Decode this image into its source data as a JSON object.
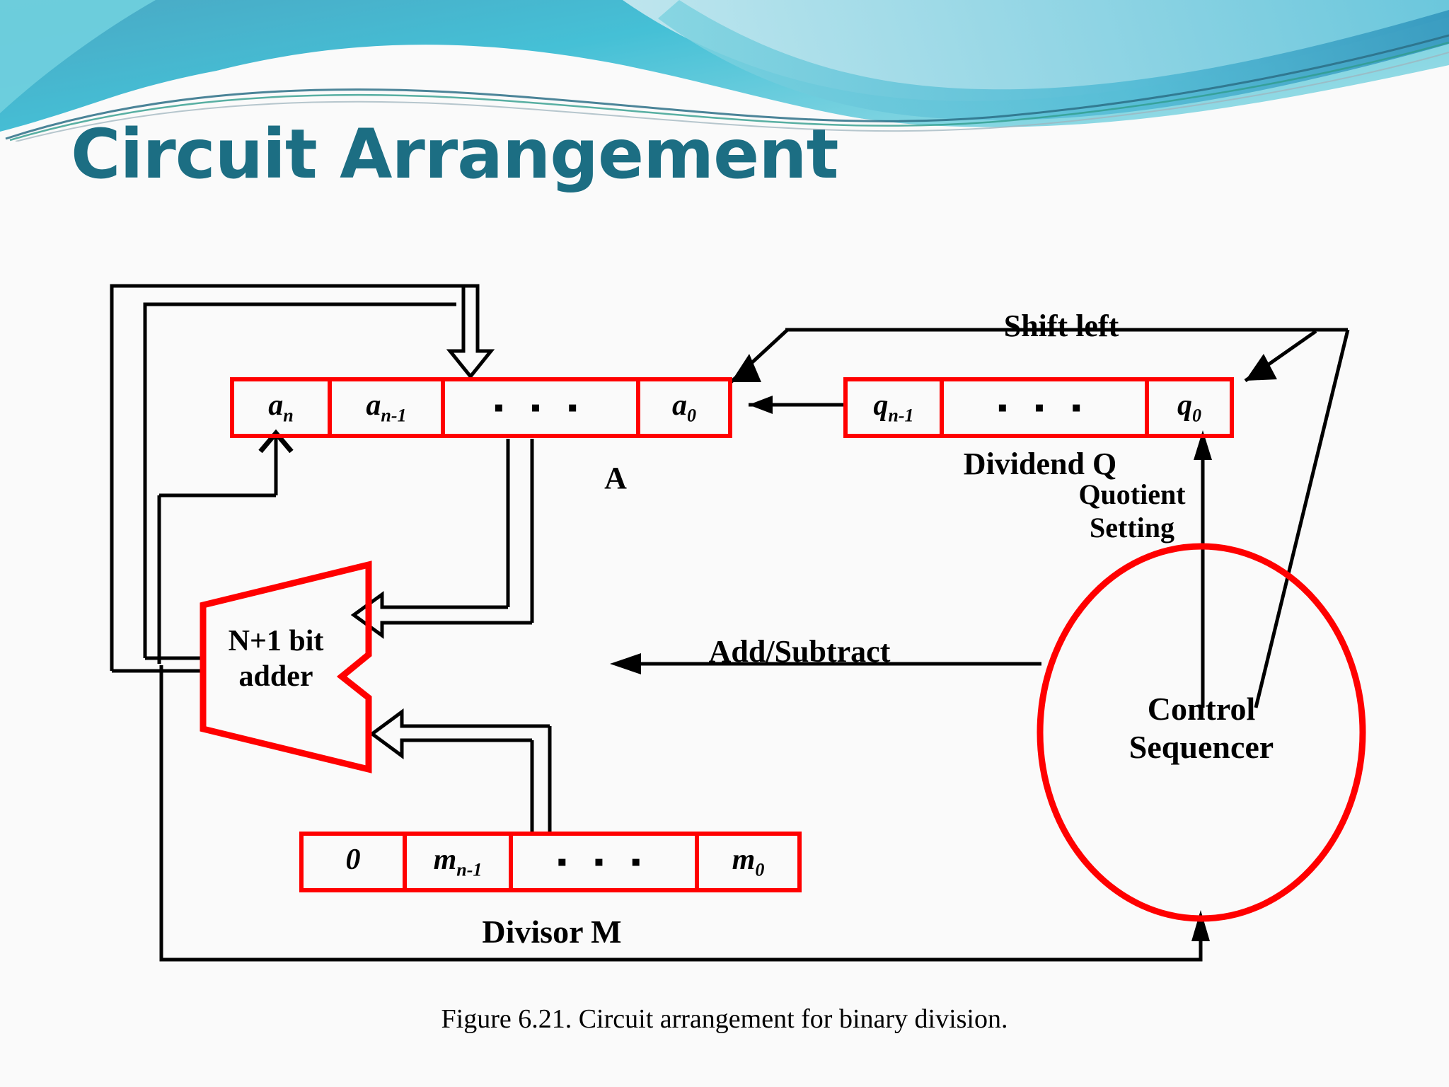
{
  "slide": {
    "title": "Circuit Arrangement",
    "title_color": "#1c6e83",
    "accent_red": "#ff0000",
    "wire_black": "#000000",
    "background": "#fafafa",
    "caption": "Figure 6.21. Circuit arrangement for binary division."
  },
  "registers": {
    "a": {
      "label": "A",
      "cells": [
        {
          "base": "a",
          "sub": "n"
        },
        {
          "base": "a",
          "sub": "n-1"
        },
        {
          "base": "",
          "sub": "",
          "dots": "▪ ▪ ▪"
        },
        {
          "base": "a",
          "sub": "0"
        }
      ]
    },
    "q": {
      "label": "Dividend Q",
      "cells": [
        {
          "base": "q",
          "sub": "n-1"
        },
        {
          "base": "",
          "sub": "",
          "dots": "▪ ▪ ▪"
        },
        {
          "base": "q",
          "sub": "0"
        }
      ]
    },
    "m": {
      "label": "Divisor M",
      "cells": [
        {
          "base": "0",
          "sub": ""
        },
        {
          "base": "m",
          "sub": "n-1"
        },
        {
          "base": "",
          "sub": "",
          "dots": "▪ ▪ ▪"
        },
        {
          "base": "m",
          "sub": "0"
        }
      ]
    }
  },
  "blocks": {
    "adder": "N+1 bit\nadder",
    "control_sequencer": "Control\nSequencer"
  },
  "signals": {
    "shift_left": "Shift left",
    "quotient_setting": "Quotient\nSetting",
    "add_subtract": "Add/Subtract"
  }
}
